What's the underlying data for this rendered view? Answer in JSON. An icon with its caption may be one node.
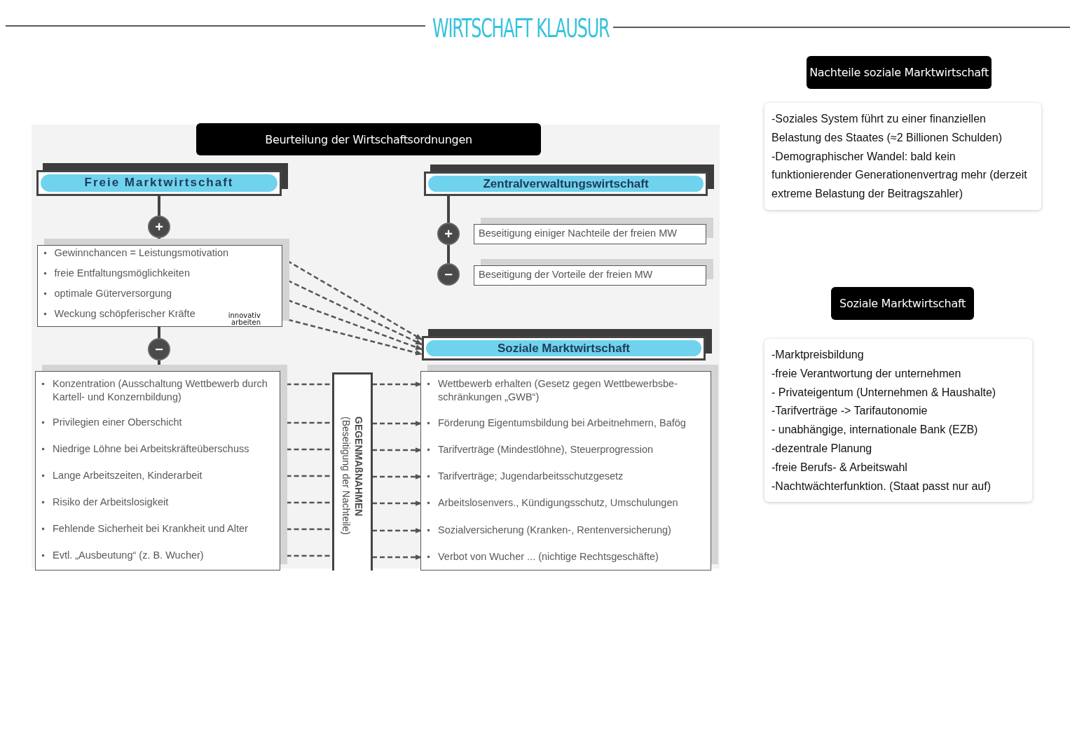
{
  "diagram": {
    "title": "WIRTSCHAFT KLAUSUR",
    "nodes": [
      {
        "text": [
          "Beurteilung der Wirtschaftsordnungen"
        ]
      },
      {
        "text": [
          "Freie Marktwirtschaft"
        ]
      },
      {
        "text": [
          "+"
        ]
      },
      {
        "text": [],
        "shape": "box"
      },
      {
        "text": [
          "Gewinnchancen = Leistungsmotivation"
        ],
        "in": 3
      },
      {
        "text": [
          "freie Entfaltungsmöglichkeiten"
        ],
        "in": 3
      },
      {
        "text": [
          "optimale Güterversorgung"
        ],
        "in": 3
      },
      {
        "text": [
          "Weckung schöpferischer Kräfte"
        ],
        "in": 3
      },
      {
        "text": [
          "−"
        ]
      },
      {
        "text": [],
        "shape": "box"
      },
      {
        "text": [
          "Konzentration (Ausschaltung Wettbewerb durch Kartell- und Konzernbildung)"
        ],
        "in": 9
      },
      {
        "text": [
          "Privilegien einer Oberschicht"
        ],
        "in": 9
      },
      {
        "text": [
          "Niedrige Löhne bei Arbeitskräfteüberschuss"
        ],
        "in": 9
      },
      {
        "text": [
          "Lange Arbeitszeiten, Kinderarbeit"
        ],
        "in": 9
      },
      {
        "text": [
          "Risiko der Arbeitslosigkeit"
        ],
        "in": 9
      },
      {
        "text": [
          "Fehlende Sicherheit bei Krankheit und Alter"
        ],
        "in": 9
      },
      {
        "text": [
          "Evtl. „Ausbeutung“ (z. B. Wucher)"
        ],
        "in": 9
      },
      {
        "text": [
          "Zentralverwaltungswirtschaft"
        ]
      },
      {
        "text": [
          "+"
        ]
      },
      {
        "text": [
          "−"
        ]
      },
      {
        "text": [
          "Beseitigung einiger Nachteile der freien MW"
        ]
      },
      {
        "text": [
          "Beseitigung der Vorteile der freien MW"
        ]
      },
      {
        "text": [
          "Soziale Marktwirtschaft"
        ]
      },
      {
        "text": [
          "GEGENMAßNAHMEN",
          "(Beseitigung der Nachteile)"
        ]
      },
      {
        "text": [],
        "shape": "box"
      },
      {
        "text": [
          "Wettbewerb erhalten (Gesetz gegen Wettbewerbsbe- schränkungen „GWB“)"
        ],
        "in": 24
      },
      {
        "text": [
          "Förderung Eigentumsbildung bei Arbeitnehmern, Bafög"
        ],
        "in": 24
      },
      {
        "text": [
          "Tarifverträge (Mindestlöhne), Steuerprogression"
        ],
        "in": 24
      },
      {
        "text": [
          "Tarifverträge; Jugendarbeitsschutzgesetz"
        ],
        "in": 24
      },
      {
        "text": [
          "Arbeitslosenvers., Kündigungsschutz, Umschulungen"
        ],
        "in": 24
      },
      {
        "text": [
          "Sozialversicherung (Kranken-, Rentenversicherung)"
        ],
        "in": 24
      },
      {
        "text": [
          "Verbot von Wucher ... (nichtige Rechtsgeschäfte)"
        ],
        "in": 24
      },
      {
        "text": [
          "Nachteile soziale Marktwirtschaft"
        ]
      },
      {
        "text": [
          "-Soziales System führt zu einer finanziellen Belastung des Staates (≈2 Billionen Schulden)",
          "-Demographischer Wandel: bald kein funktionierender Generationenvertrag mehr (derzeit extreme Belastung der Beitragszahler)"
        ]
      },
      {
        "text": [
          "Soziale Marktwirtschaft"
        ]
      },
      {
        "text": [
          "-Marktpreisbildung",
          "-freie Verantwortung der unternehmen",
          "- Privateigentum (Unternehmen & Haushalte)",
          "-Tarifverträge -> Tarifautonomie",
          "- unabhängige, internationale Bank (EZB)",
          "-dezentrale Planung",
          "-freie Berufs- & Arbeitswahl",
          "-Nachtwächterfunktion. (Staat passt nur auf)"
        ]
      }
    ],
    "edges": [
      {
        "from": 1,
        "to": 2,
        "arrow": "none"
      },
      {
        "from": 2,
        "to": 3,
        "arrow": "none"
      },
      {
        "from": 3,
        "to": 8,
        "arrow": "none"
      },
      {
        "from": 8,
        "to": 9,
        "arrow": "none"
      },
      {
        "from": 17,
        "to": 18,
        "arrow": "none"
      },
      {
        "from": 18,
        "to": 19,
        "arrow": "none"
      },
      {
        "from": 4,
        "to": 22,
        "arrow": "to",
        "style": "dashed"
      },
      {
        "from": 5,
        "to": 22,
        "arrow": "to",
        "style": "dashed"
      },
      {
        "from": 6,
        "to": 22,
        "arrow": "to",
        "style": "dashed"
      },
      {
        "from": 7,
        "to": 22,
        "arrow": "to",
        "style": "dashed"
      },
      {
        "from": 10,
        "to": 23,
        "arrow": "none",
        "style": "dashed"
      },
      {
        "from": 11,
        "to": 23,
        "arrow": "none",
        "style": "dashed"
      },
      {
        "from": 12,
        "to": 23,
        "arrow": "none",
        "style": "dashed"
      },
      {
        "from": 13,
        "to": 23,
        "arrow": "none",
        "style": "dashed"
      },
      {
        "from": 14,
        "to": 23,
        "arrow": "none",
        "style": "dashed"
      },
      {
        "from": 15,
        "to": 23,
        "arrow": "none",
        "style": "dashed"
      },
      {
        "from": 16,
        "to": 23,
        "arrow": "none",
        "style": "dashed"
      },
      {
        "from": 23,
        "to": 25,
        "arrow": "to",
        "style": "dashed"
      },
      {
        "from": 23,
        "to": 26,
        "arrow": "to",
        "style": "dashed"
      },
      {
        "from": 23,
        "to": 27,
        "arrow": "to",
        "style": "dashed"
      },
      {
        "from": 23,
        "to": 28,
        "arrow": "to",
        "style": "dashed"
      },
      {
        "from": 23,
        "to": 29,
        "arrow": "to",
        "style": "dashed"
      },
      {
        "from": 23,
        "to": 30,
        "arrow": "to",
        "style": "dashed"
      },
      {
        "from": 23,
        "to": 31,
        "arrow": "to",
        "style": "dashed"
      }
    ],
    "labels": [
      "innovativ arbeiten"
    ]
  }
}
